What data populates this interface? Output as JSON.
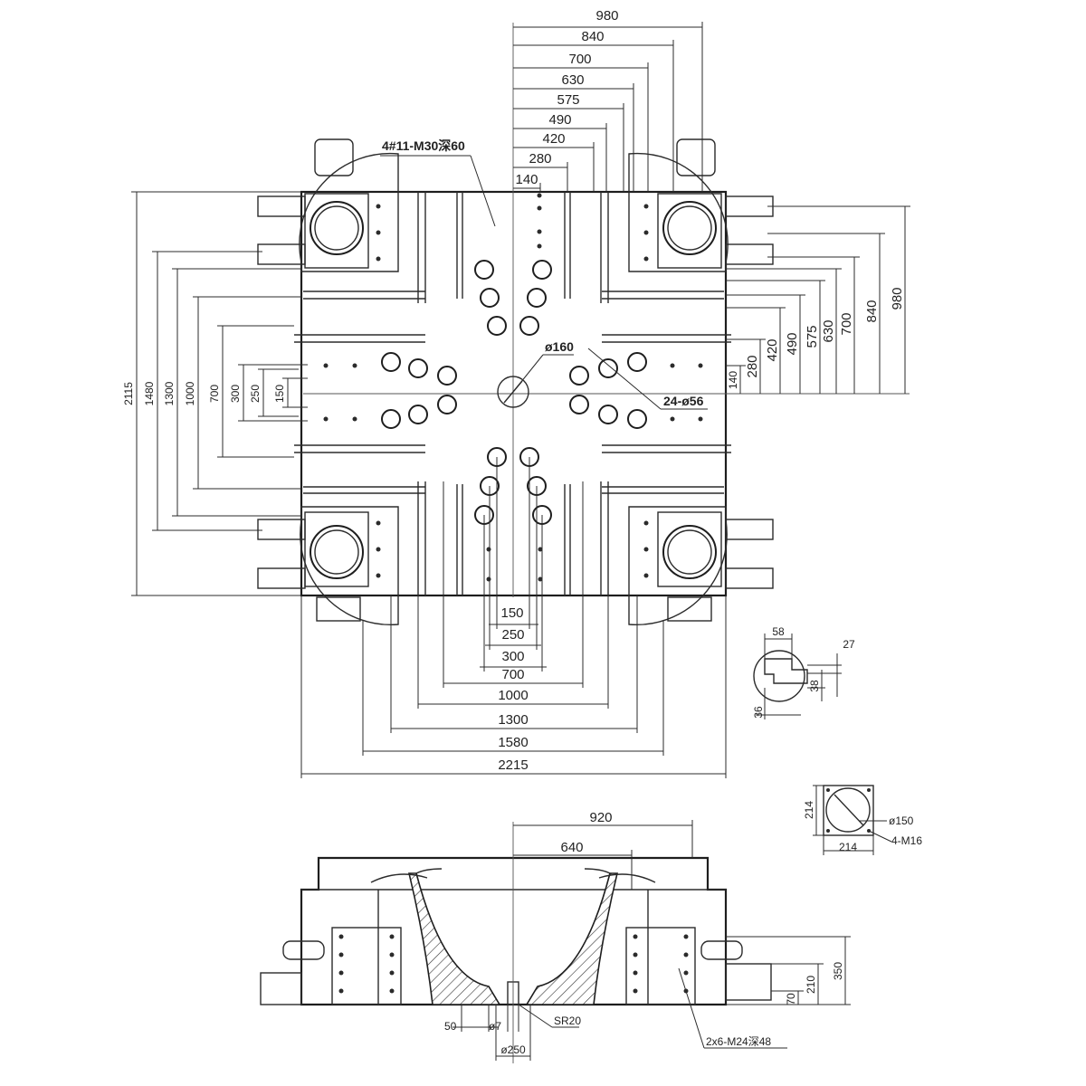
{
  "platen": {
    "horizontal_dims": [
      "980",
      "840",
      "700",
      "630",
      "575",
      "490",
      "420",
      "280",
      "140"
    ],
    "right_vertical_dims": [
      "980",
      "840",
      "700",
      "630",
      "575",
      "490",
      "420",
      "280",
      "140"
    ],
    "left_vertical_dims": [
      "2115",
      "1480",
      "1300",
      "1000",
      "700",
      "300",
      "250",
      "150"
    ],
    "bottom_dims": [
      "150",
      "250",
      "300",
      "700",
      "1000",
      "1300",
      "1580",
      "2215"
    ],
    "note_tapped_holes": "4#11-M30深60",
    "note_center_hole": "ø160",
    "note_holes": "24-ø56"
  },
  "tslot_detail": {
    "width": "58",
    "depth": "27",
    "slot": "38",
    "lip": "36"
  },
  "ejector_detail": {
    "size_h": "214",
    "size_v": "214",
    "bore": "ø150",
    "screws": "4-M16"
  },
  "section": {
    "top_dims": [
      "920",
      "640"
    ],
    "right_dims": [
      "350",
      "210",
      "70"
    ],
    "bottom_left": "50",
    "pin_dia": "ø7",
    "sphere": "SR20",
    "locating_ring": "ø250",
    "bolt_note": "2x6-M24深48"
  }
}
